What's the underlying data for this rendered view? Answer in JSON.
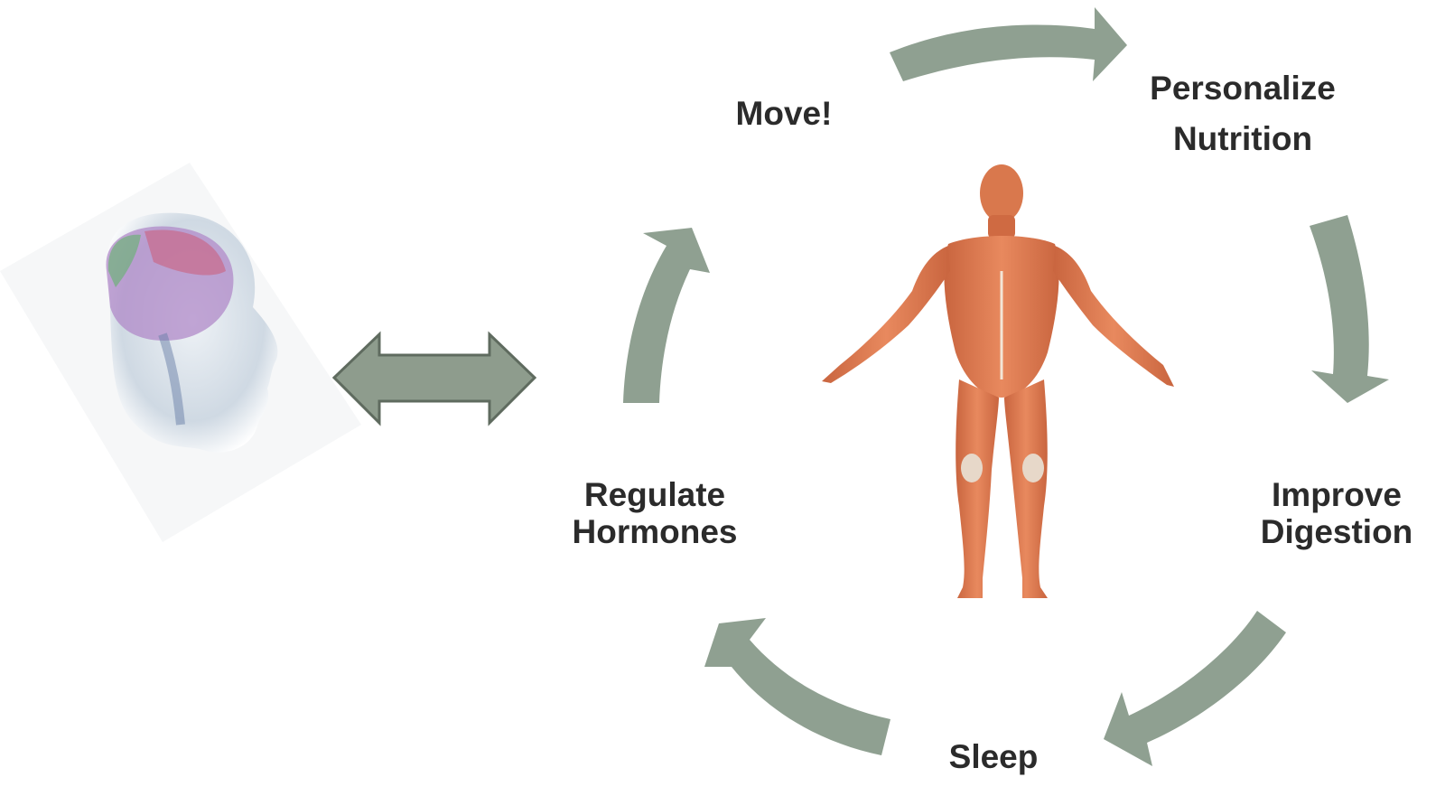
{
  "colors": {
    "arrow_fill": "#8fa091",
    "double_arrow_fill": "#8e9c8d",
    "double_arrow_stroke": "#5f6b5f",
    "label_text": "#2b2b2b"
  },
  "images": {
    "head": "human-head-brain-illustration",
    "body": "human-muscular-anatomy-figure"
  },
  "cycle_steps": [
    {
      "id": "move",
      "lines": [
        "Move!"
      ]
    },
    {
      "id": "personalize-nutrition",
      "lines": [
        "Personalize",
        "Nutrition"
      ]
    },
    {
      "id": "improve-digestion",
      "lines": [
        "Improve",
        "Digestion"
      ]
    },
    {
      "id": "sleep",
      "lines": [
        "Sleep"
      ]
    },
    {
      "id": "regulate-hormones",
      "lines": [
        "Regulate",
        "Hormones"
      ]
    }
  ]
}
